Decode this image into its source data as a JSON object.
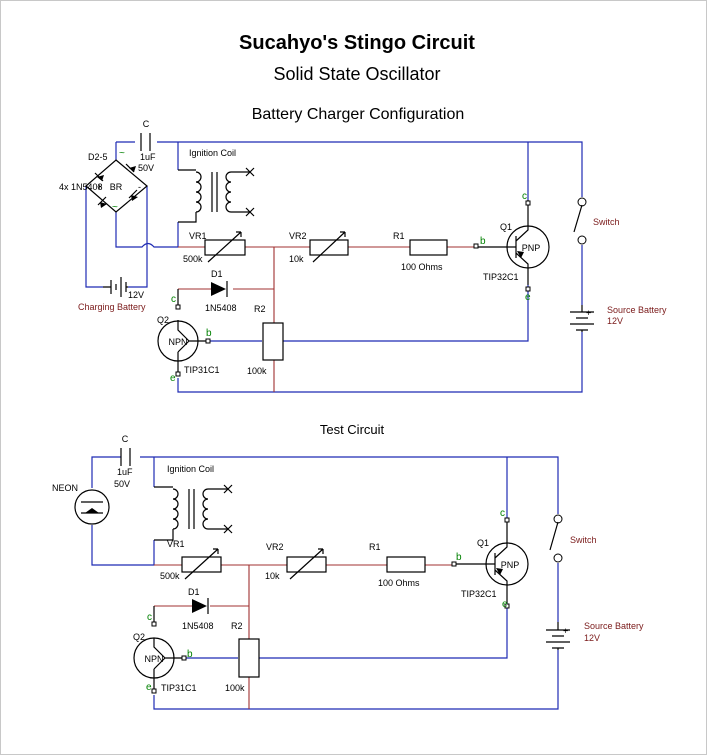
{
  "title": "Sucahyo's Stingo Circuit",
  "subtitle": "Solid State Oscillator",
  "charger": {
    "heading": "Battery Charger Configuration",
    "cap": {
      "ref": "C",
      "val1": "1uF",
      "val2": "50V"
    },
    "bridge": {
      "ref": "D2-5",
      "part": "4x 1N5408",
      "label": "BR",
      "plus": "+",
      "minus": "-",
      "ac": "~"
    },
    "coil": "Ignition Coil",
    "vr1": {
      "ref": "VR1",
      "val": "500k"
    },
    "vr2": {
      "ref": "VR2",
      "val": "10k"
    },
    "r1": {
      "ref": "R1",
      "val": "100 Ohms"
    },
    "d1": {
      "ref": "D1",
      "part": "1N5408"
    },
    "r2": {
      "ref": "R2",
      "val": "100k"
    },
    "q1": {
      "ref": "Q1",
      "type": "PNP",
      "part": "TIP32C1"
    },
    "q2": {
      "ref": "Q2",
      "type": "NPN",
      "part": "TIP31C1"
    },
    "charging": {
      "volt": "12V",
      "label": "Charging Battery"
    },
    "switch": "Switch",
    "source": {
      "label": "Source Battery",
      "volt": "12V",
      "plus": "+"
    }
  },
  "test": {
    "heading": "Test Circuit",
    "neon": "NEON",
    "cap": {
      "ref": "C",
      "val1": "1uF",
      "val2": "50V"
    },
    "coil": "Ignition Coil",
    "vr1": {
      "ref": "VR1",
      "val": "500k"
    },
    "vr2": {
      "ref": "VR2",
      "val": "10k"
    },
    "r1": {
      "ref": "R1",
      "val": "100 Ohms"
    },
    "d1": {
      "ref": "D1",
      "part": "1N5408"
    },
    "r2": {
      "ref": "R2",
      "val": "100k"
    },
    "q1": {
      "ref": "Q1",
      "type": "PNP",
      "part": "TIP32C1"
    },
    "q2": {
      "ref": "Q2",
      "type": "NPN",
      "part": "TIP31C1"
    },
    "switch": "Switch",
    "source": {
      "label": "Source Battery",
      "volt": "12V",
      "plus": "+"
    }
  },
  "pins": {
    "b": "b",
    "c": "c",
    "e": "e"
  },
  "colors": {
    "wire": "#1f2bb3",
    "lead": "#a03030",
    "pin": "#008000"
  }
}
